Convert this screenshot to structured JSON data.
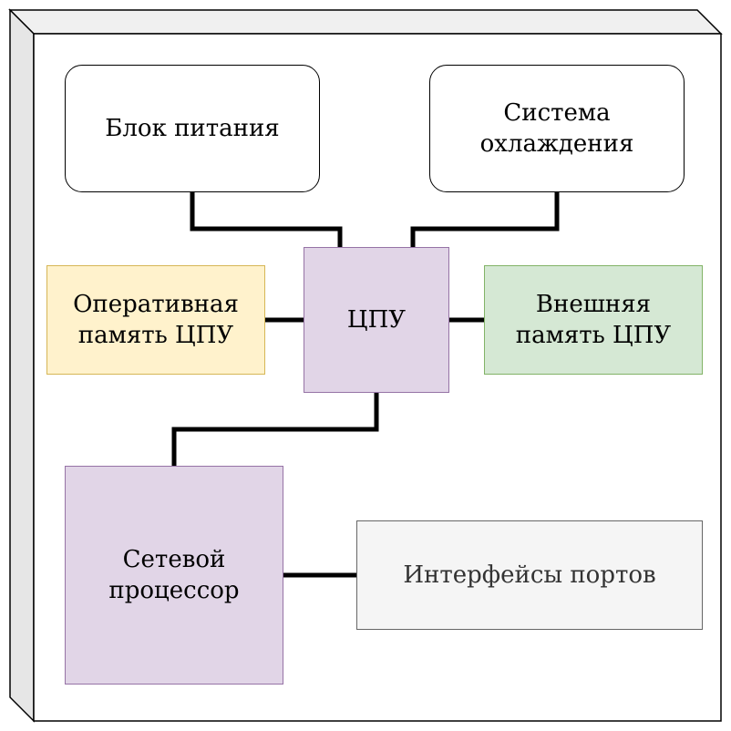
{
  "diagram": {
    "nodes": {
      "power_supply": {
        "label": "Блок питания",
        "fill": "#ffffff",
        "stroke": "#000000"
      },
      "cooling": {
        "label": "Система\nохлаждения",
        "fill": "#ffffff",
        "stroke": "#000000"
      },
      "ram": {
        "label": "Оперативная\nпамять ЦПУ",
        "fill": "#fff2cc",
        "stroke": "#d6b656"
      },
      "cpu": {
        "label": "ЦПУ",
        "fill": "#e1d5e7",
        "stroke": "#9673a6"
      },
      "storage": {
        "label": "Внешняя\nпамять ЦПУ",
        "fill": "#d5e8d4",
        "stroke": "#82b366"
      },
      "network_processor": {
        "label": "Сетевой\nпроцессор",
        "fill": "#e1d5e7",
        "stroke": "#9673a6"
      },
      "port_interfaces": {
        "label": "Интерфейсы портов",
        "fill": "#f5f5f5",
        "stroke": "#666666"
      }
    },
    "edges": [
      {
        "from": "power_supply",
        "to": "cpu"
      },
      {
        "from": "cooling",
        "to": "cpu"
      },
      {
        "from": "ram",
        "to": "cpu"
      },
      {
        "from": "cpu",
        "to": "storage"
      },
      {
        "from": "cpu",
        "to": "network_processor"
      },
      {
        "from": "network_processor",
        "to": "port_interfaces"
      }
    ],
    "container": {
      "shape": "3d-box",
      "face_color": "#ffffff",
      "side_color": "#e6e6e6",
      "top_color": "#f0f0f0"
    }
  }
}
